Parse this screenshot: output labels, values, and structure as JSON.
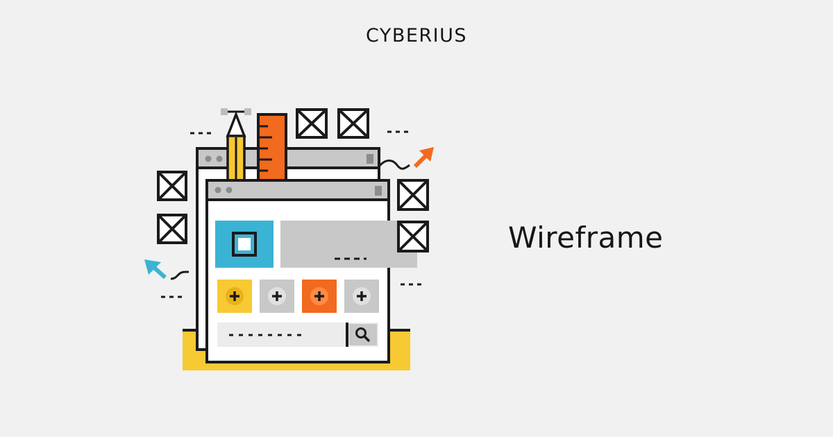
{
  "brand": {
    "name": "CYBERIUS"
  },
  "hero": {
    "title": "Wireframe"
  },
  "illustration": {
    "topic": "wireframe",
    "colors": {
      "outline": "#1b1b1b",
      "panel": "#ffffff",
      "gray": "#c8c8c8",
      "cyan": "#3bb3d4",
      "orange": "#f26a1e",
      "yellow": "#f7c933",
      "background": "#f0f1f0"
    }
  }
}
